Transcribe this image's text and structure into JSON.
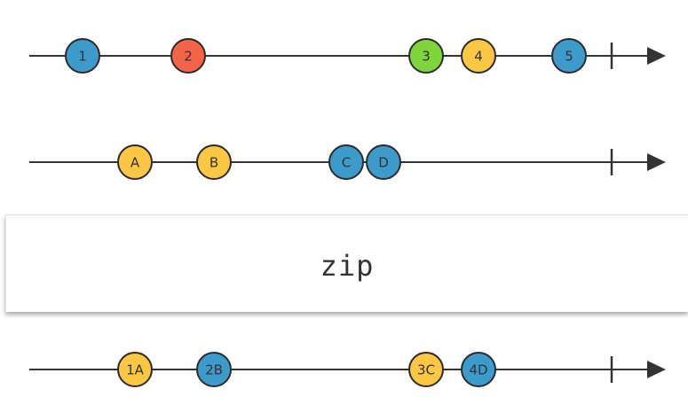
{
  "colors": {
    "blue": "#3d9bcc",
    "red": "#f46447",
    "green": "#7ed63a",
    "yellow": "#fcc743",
    "line": "#333333",
    "stroke": "#2b2b2b"
  },
  "operator": {
    "label": "zip"
  },
  "timelines": [
    {
      "id": "input-1",
      "marbles": [
        {
          "label": "1",
          "color": "blue"
        },
        {
          "label": "2",
          "color": "red"
        },
        {
          "label": "3",
          "color": "green"
        },
        {
          "label": "4",
          "color": "yellow"
        },
        {
          "label": "5",
          "color": "blue"
        }
      ]
    },
    {
      "id": "input-2",
      "marbles": [
        {
          "label": "A",
          "color": "yellow"
        },
        {
          "label": "B",
          "color": "yellow"
        },
        {
          "label": "C",
          "color": "blue"
        },
        {
          "label": "D",
          "color": "blue"
        }
      ]
    },
    {
      "id": "output",
      "marbles": [
        {
          "label": "1A",
          "color": "yellow"
        },
        {
          "label": "2B",
          "color": "blue"
        },
        {
          "label": "3C",
          "color": "yellow"
        },
        {
          "label": "4D",
          "color": "blue"
        }
      ]
    }
  ]
}
